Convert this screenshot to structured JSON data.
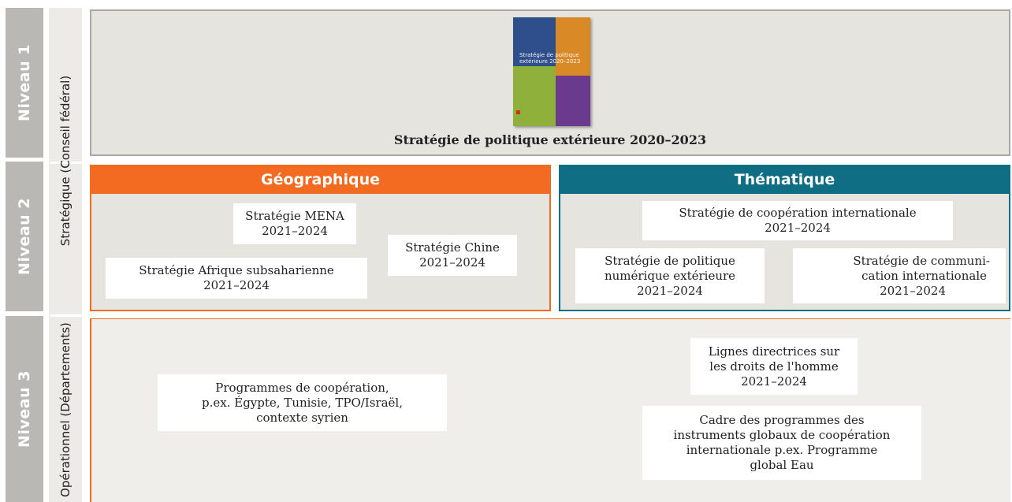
{
  "levels": [
    {
      "label": "Niveau 1"
    },
    {
      "label": "Niveau 2"
    },
    {
      "label": "Niveau 3"
    }
  ],
  "side_labels": {
    "strategic": "Stratégique (Conseil fédéral)",
    "operational": "Opérationnel (Départements)"
  },
  "top": {
    "cover_title_line1": "Stratégie de politique",
    "cover_title_line2": "extérieure 2020–2023",
    "title": "Stratégie de politique extérieure 2020–2023"
  },
  "geographique": {
    "header": "Géographique",
    "mena": {
      "line1": "Stratégie MENA",
      "line2": "2021–2024"
    },
    "chine": {
      "line1": "Stratégie Chine",
      "line2": "2021–2024"
    },
    "afrique": {
      "line1": "Stratégie Afrique subsaharienne",
      "line2": "2021–2024"
    }
  },
  "thematique": {
    "header": "Thématique",
    "cooperation": {
      "line1": "Stratégie de coopération internationale",
      "line2": "2021–2024"
    },
    "numerique": {
      "line1": "Stratégie de politique",
      "line2": "numérique extérieure",
      "line3": "2021–2024"
    },
    "communication": {
      "line1": "Stratégie de communi-",
      "line2": "cation internationale",
      "line3": "2021–2024"
    }
  },
  "operationnel": {
    "programmes": {
      "line1": "Programmes de coopération,",
      "line2": "p.ex. Égypte, Tunisie, TPO/Israël,",
      "line3": "contexte syrien"
    },
    "droits": {
      "line1": "Lignes directrices sur",
      "line2": "les droits de l'homme",
      "line3": "2021–2024"
    },
    "cadre": {
      "line1": "Cadre des programmes des",
      "line2": "instruments globaux de coopération",
      "line3": "internationale p.ex. Programme",
      "line4": "global Eau"
    }
  },
  "colors": {
    "geographique": "#f26b21",
    "thematique": "#0f6e84",
    "level_bar": "#b9b8b4"
  }
}
